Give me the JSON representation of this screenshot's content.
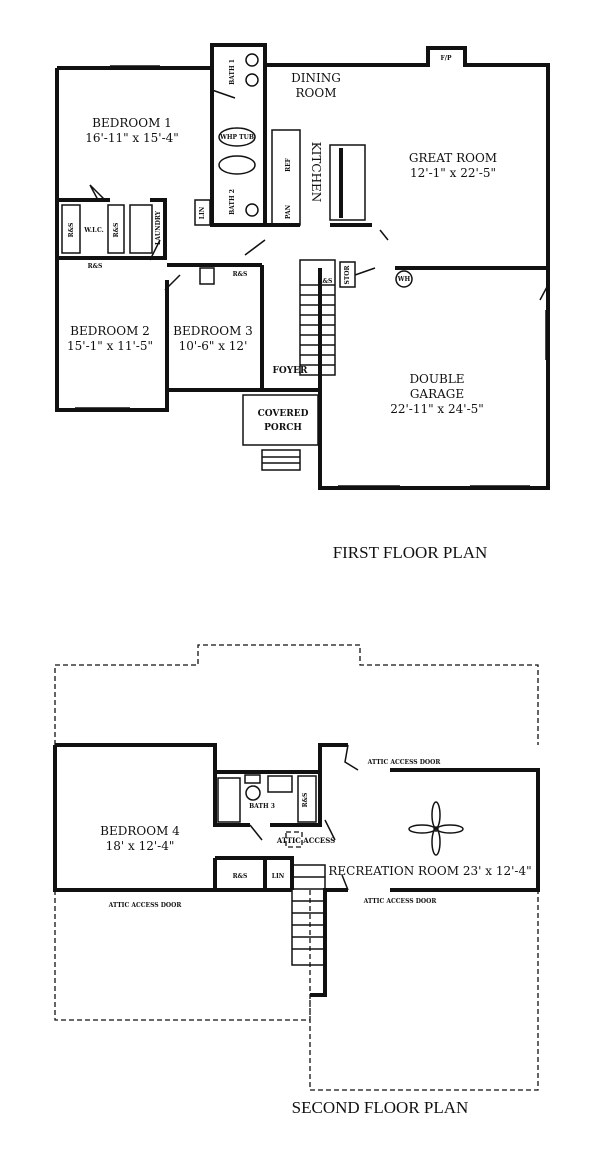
{
  "first_floor": {
    "title": "FIRST FLOOR PLAN",
    "rooms": {
      "bedroom1": {
        "name": "BEDROOM 1",
        "size": "16'-11\" x 15'-4\""
      },
      "dining": {
        "name1": "DINING",
        "name2": "ROOM"
      },
      "great_room": {
        "name": "GREAT ROOM",
        "size": "12'-1\" x 22'-5\""
      },
      "kitchen": "KITCHEN",
      "bath1": "BATH 1",
      "bath2": "BATH 2",
      "whp_tub": "WHP TUB",
      "lin": "LIN",
      "wic": "W.I.C.",
      "rs": "R&S",
      "laundry": "LAUNDRY",
      "bedroom2": {
        "name": "BEDROOM 2",
        "size": "15'-1\" x 11'-5\""
      },
      "bedroom3": {
        "name": "BEDROOM 3",
        "size": "10'-6\" x 12'"
      },
      "foyer": "FOYER",
      "porch": {
        "name1": "COVERED",
        "name2": "PORCH"
      },
      "garage": {
        "name1": "DOUBLE",
        "name2": "GARAGE",
        "size": "22'-11\" x 24'-5\""
      },
      "fireplace": "F/P",
      "water_heater": "WH",
      "stor": "STOR",
      "pan": "PAN",
      "ref": "REF"
    }
  },
  "second_floor": {
    "title": "SECOND FLOOR PLAN",
    "rooms": {
      "bedroom4": {
        "name": "BEDROOM 4",
        "size": "18' x 12'-4\""
      },
      "bath3": "BATH 3",
      "rs": "R&S",
      "lin": "LIN",
      "attic_access": "ATTIC ACCESS",
      "recreation": "RECREATION ROOM 23' x 12'-4\"",
      "attic_door": "ATTIC ACCESS DOOR"
    }
  }
}
